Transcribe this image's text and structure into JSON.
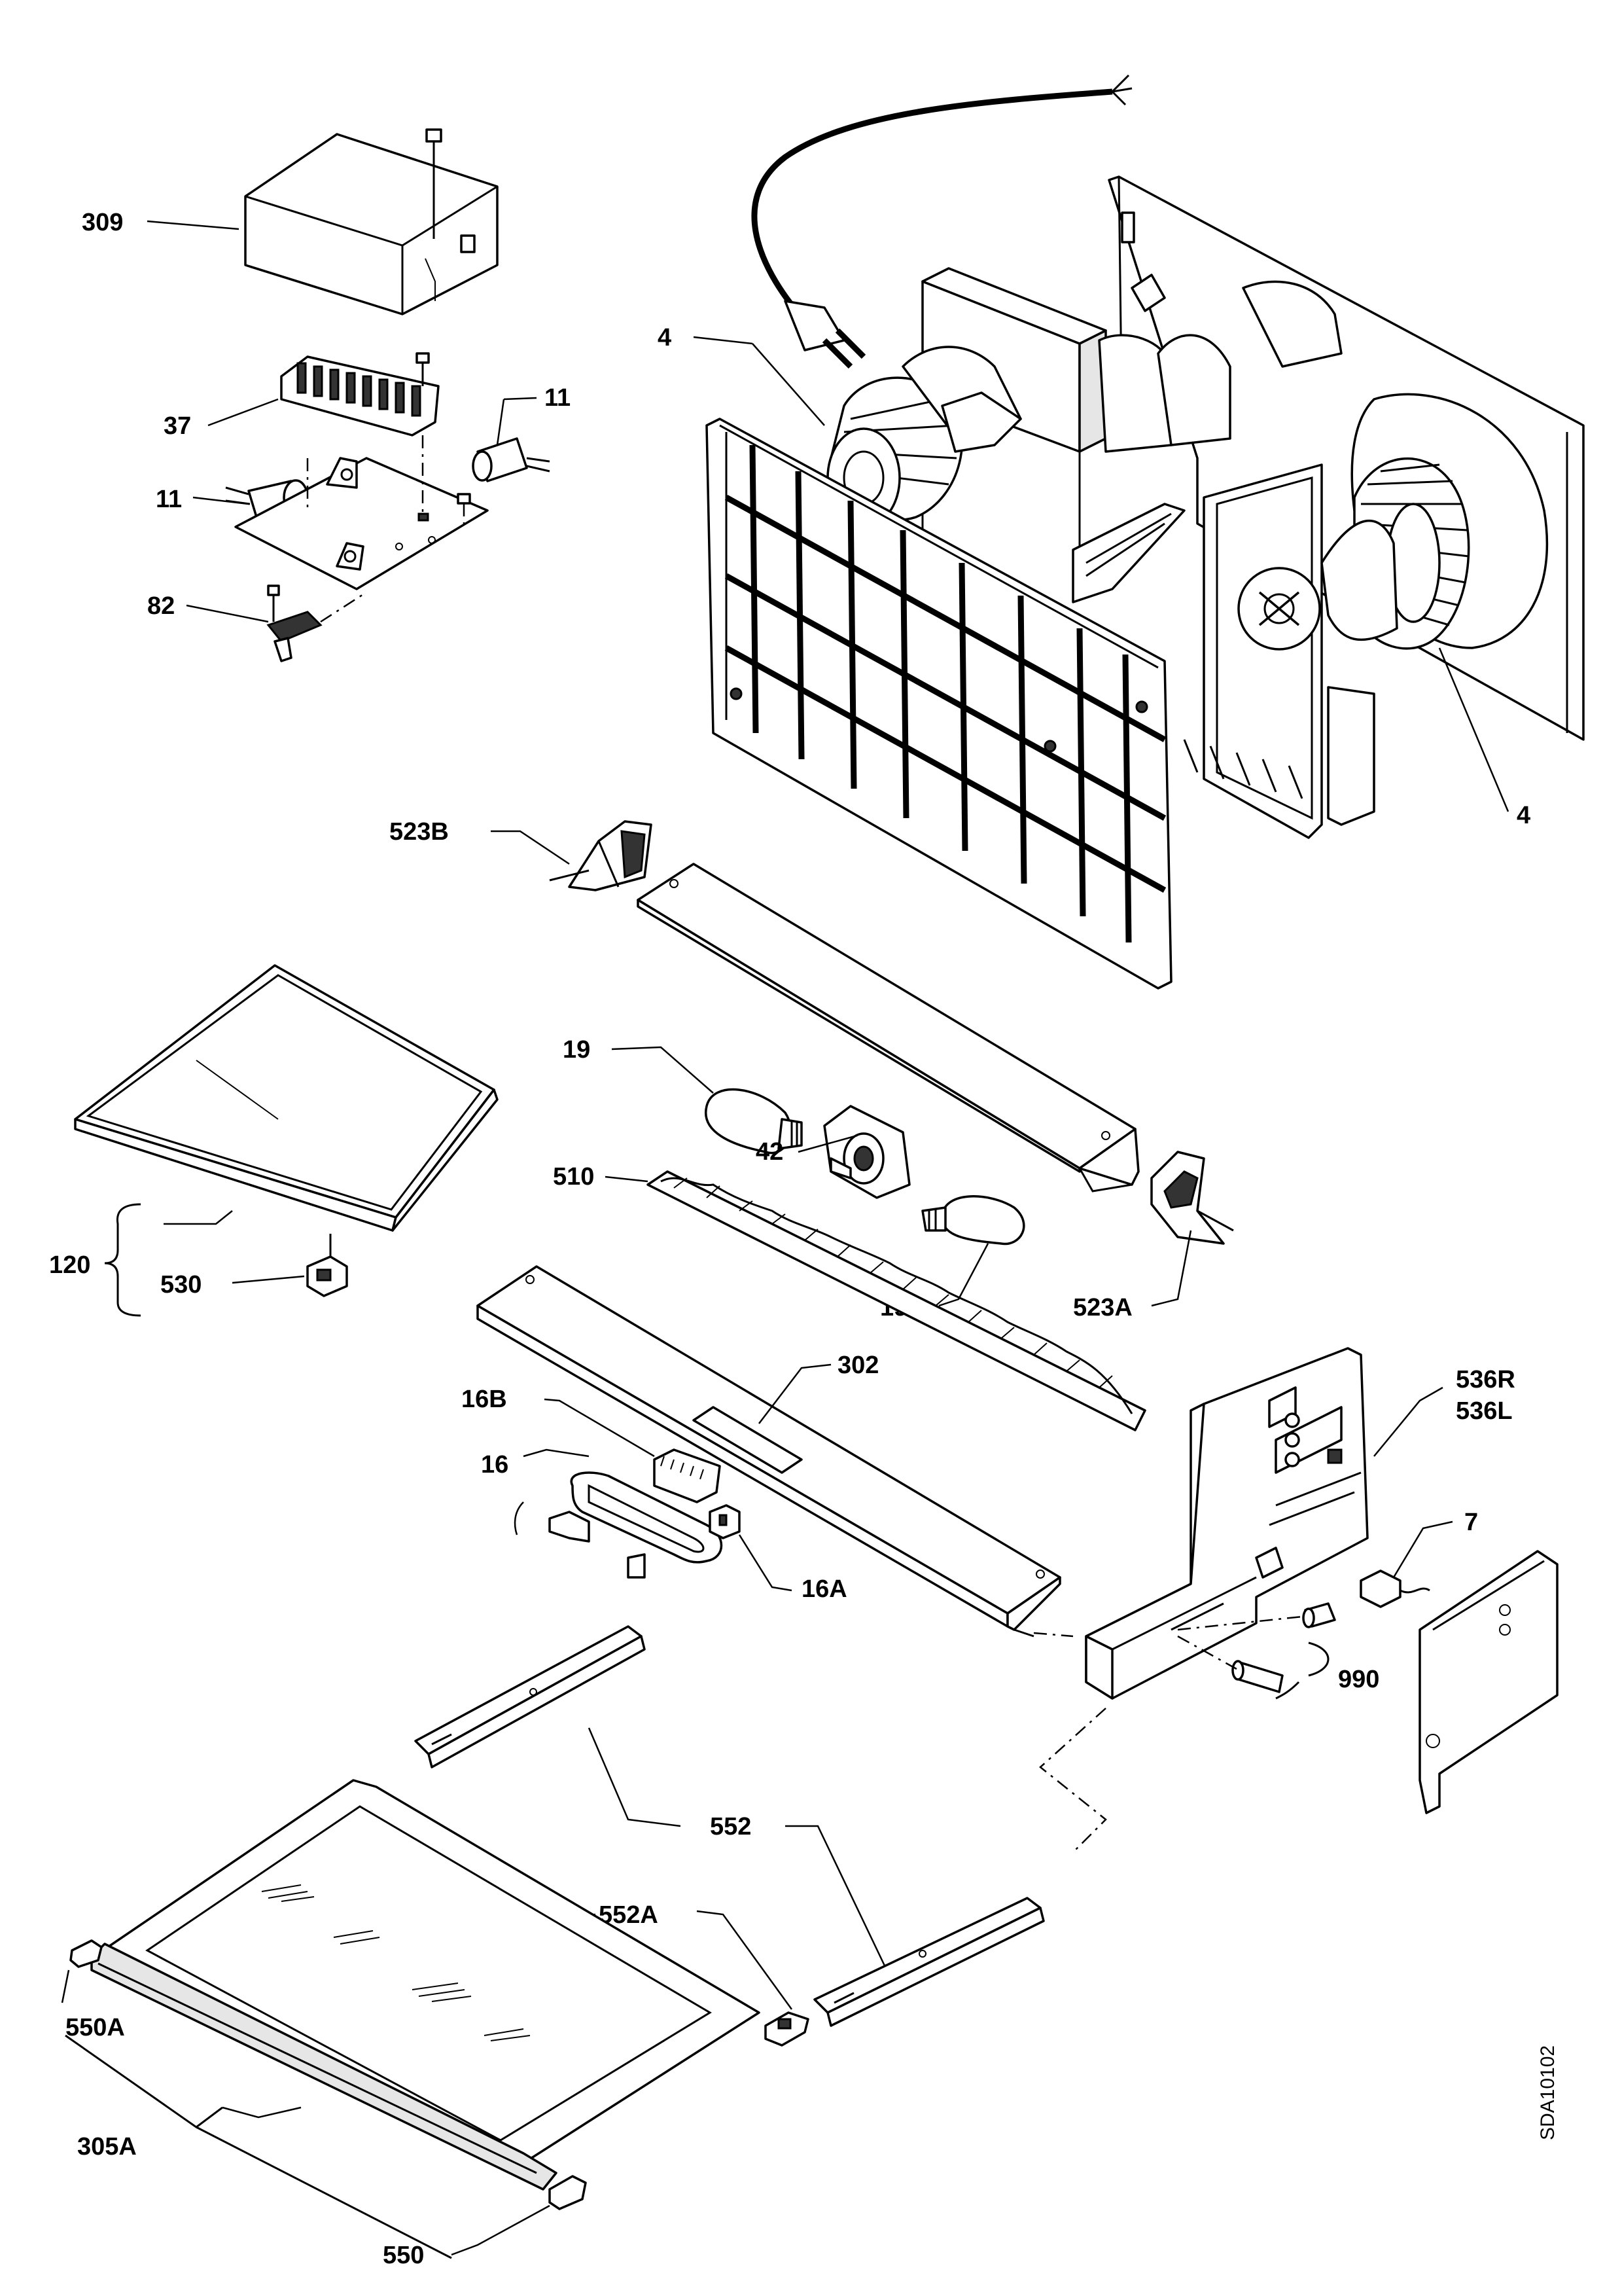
{
  "labels": {
    "l309": "309",
    "l37": "37",
    "l11a": "11",
    "l11b": "11",
    "l82": "82",
    "l4a": "4",
    "l4b": "4",
    "l523B": "523B",
    "l19a": "19",
    "l42": "42",
    "l510": "510",
    "l19b": "19",
    "l120": "120",
    "l530": "530",
    "l523A": "523A",
    "l302": "302",
    "l16B": "16B",
    "l16": "16",
    "l16A": "16A",
    "l536R": "536R",
    "l536L": "536L",
    "l7": "7",
    "l990": "990",
    "l552a": "552",
    "l552A": "552A",
    "l550A": "550A",
    "l305A": "305A",
    "l550": "550"
  },
  "drawing_code": "SDA10102",
  "icons": [
    "cover-icon",
    "terminal-block-icon",
    "capacitor-icon",
    "pcb-icon",
    "switch-icon",
    "motor-fan-icon",
    "grease-filter-icon",
    "lamp-bulb-icon",
    "lamp-holder-icon",
    "cover-plate-icon",
    "glass-panel-icon",
    "rail-icon"
  ]
}
